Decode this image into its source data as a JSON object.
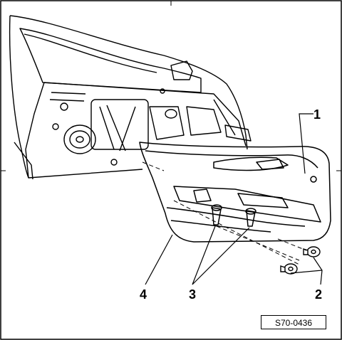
{
  "figure": {
    "callouts": [
      {
        "id": "1",
        "text": "1"
      },
      {
        "id": "2",
        "text": "2"
      },
      {
        "id": "3",
        "text": "3"
      },
      {
        "id": "4",
        "text": "4"
      }
    ],
    "figure_code": "S70-0436"
  },
  "colors": {
    "line": "#000000",
    "background": "#ffffff"
  }
}
